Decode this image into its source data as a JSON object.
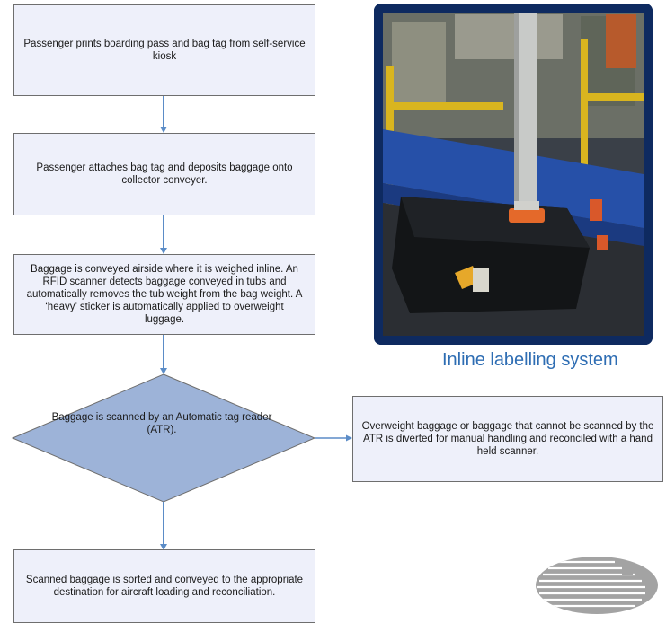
{
  "flow": {
    "step1": "Passenger prints boarding pass and bag tag from self-service kiosk",
    "step2": "Passenger attaches bag tag and deposits baggage onto collector conveyer.",
    "step3": "Baggage is conveyed airside where it is weighed inline. An RFID scanner detects  baggage conveyed in tubs and automatically removes the tub weight from the bag weight. A ‘heavy’ sticker is automatically applied to overweight luggage.",
    "decision": "Baggage is scanned by an Automatic tag reader (ATR).",
    "branch": "Overweight baggage or baggage that cannot be scanned by the ATR is diverted for manual handling and reconciled with a hand held scanner.",
    "step4": "Scanned baggage is sorted and conveyed to the appropriate destination for aircraft loading and reconciliation."
  },
  "photo": {
    "caption": "Inline labelling system"
  },
  "colors": {
    "box_fill": "#eef0fa",
    "diamond_fill": "#9db3d8",
    "arrow": "#5b8cc7",
    "caption": "#2e6db3",
    "photo_frame": "#0e2a60"
  }
}
